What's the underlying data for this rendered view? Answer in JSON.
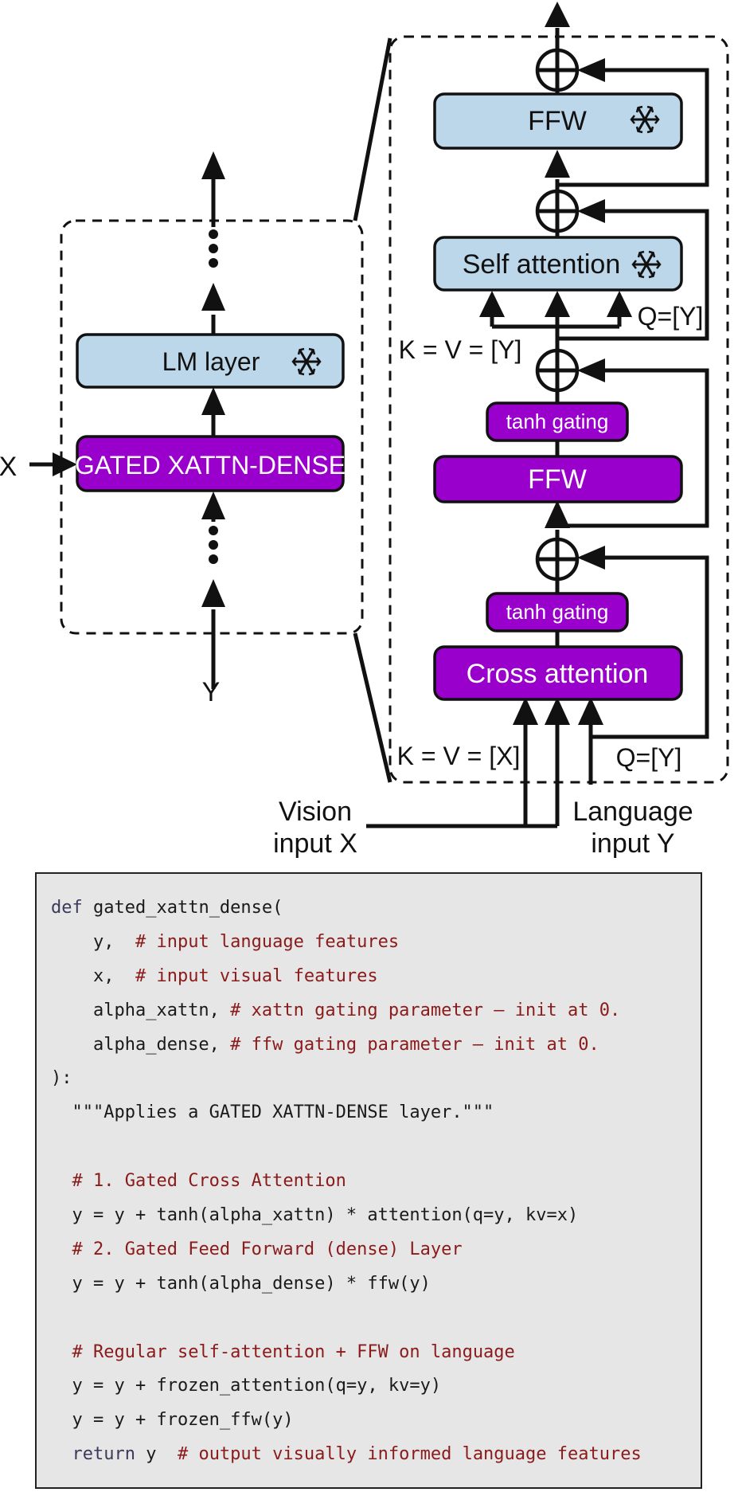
{
  "left_block": {
    "lm_layer": "LM layer",
    "gated": "GATED XATTN-DENSE",
    "x_label": "X",
    "y_label": "Y"
  },
  "right_block": {
    "ffw_frozen": "FFW",
    "self_attention": "Self attention",
    "tanh_gating": "tanh gating",
    "ffw": "FFW",
    "cross_attention": "Cross attention",
    "kv_y": "K = V = [Y]",
    "q_y": "Q=[Y]",
    "kv_x": "K = V = [X]",
    "q_y_bottom": "Q=[Y]",
    "vision_input": [
      "Vision",
      "input X"
    ],
    "language_input": [
      "Language",
      "input Y"
    ]
  },
  "icons": [
    "snowflake-icon",
    "plus-icon",
    "arrow-up-icon",
    "ellipsis-icon"
  ],
  "colors": {
    "frozen_box": "#bcd7ea",
    "trainable_box": "#9900cc",
    "code_background": "#e6e6e6",
    "code_comment": "#8b1a1a"
  },
  "code": {
    "lines": [
      {
        "keyword": "def",
        "code": " gated_xattn_dense(",
        "comment": ""
      },
      {
        "keyword": "",
        "code": "    y,  ",
        "comment": "# input language features"
      },
      {
        "keyword": "",
        "code": "    x,  ",
        "comment": "# input visual features"
      },
      {
        "keyword": "",
        "code": "    alpha_xattn, ",
        "comment": "# xattn gating parameter – init at 0."
      },
      {
        "keyword": "",
        "code": "    alpha_dense, ",
        "comment": "# ffw gating parameter – init at 0."
      },
      {
        "keyword": "",
        "code": "):",
        "comment": ""
      },
      {
        "keyword": "",
        "code": "  \"\"\"Applies a GATED XATTN-DENSE layer.\"\"\"",
        "comment": ""
      },
      {
        "keyword": "",
        "code": "",
        "comment": ""
      },
      {
        "keyword": "",
        "code": "  ",
        "comment": "# 1. Gated Cross Attention"
      },
      {
        "keyword": "",
        "code": "  y = y + tanh(alpha_xattn) * attention(q=y, kv=x)",
        "comment": ""
      },
      {
        "keyword": "",
        "code": "  ",
        "comment": "# 2. Gated Feed Forward (dense) Layer"
      },
      {
        "keyword": "",
        "code": "  y = y + tanh(alpha_dense) * ffw(y)",
        "comment": ""
      },
      {
        "keyword": "",
        "code": "",
        "comment": ""
      },
      {
        "keyword": "",
        "code": "  ",
        "comment": "# Regular self-attention + FFW on language"
      },
      {
        "keyword": "",
        "code": "  y = y + frozen_attention(q=y, kv=y)",
        "comment": ""
      },
      {
        "keyword": "",
        "code": "  y = y + frozen_ffw(y)",
        "comment": ""
      },
      {
        "keyword": "  return",
        "code": " y  ",
        "comment": "# output visually informed language features"
      }
    ]
  }
}
